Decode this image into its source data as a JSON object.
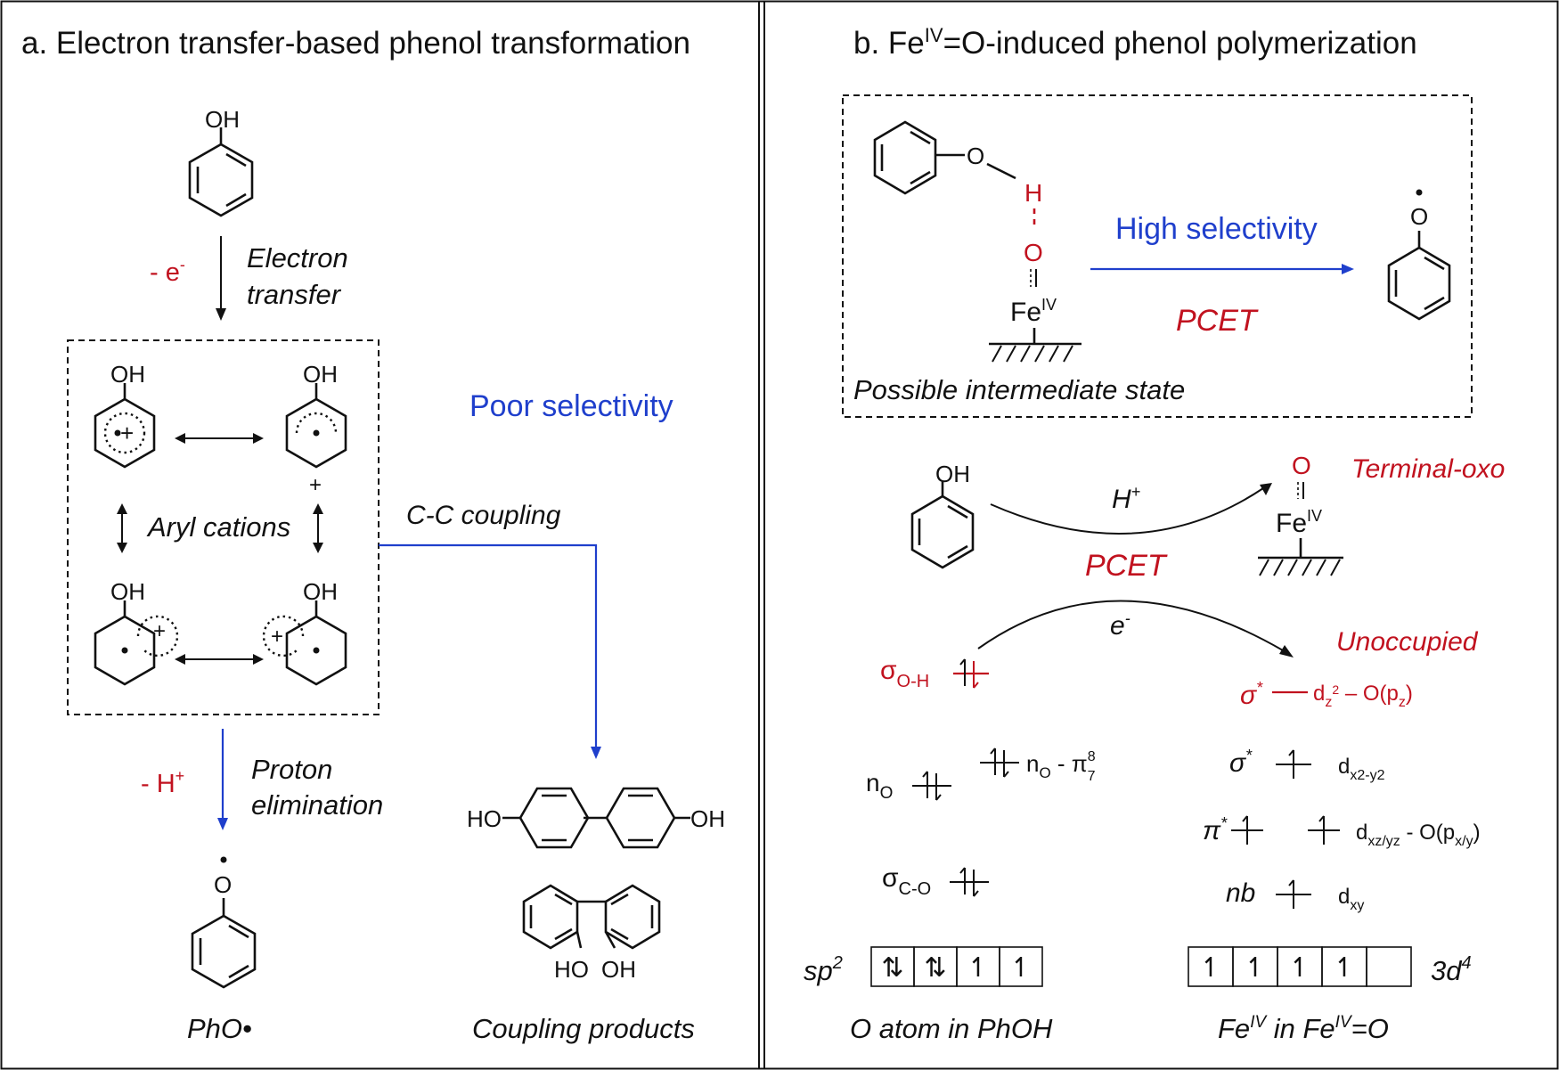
{
  "panel_a": {
    "title": "a. Electron transfer-based phenol transformation",
    "oh": "OH",
    "minus_e": "- e",
    "minus_e_sup": "-",
    "electron_transfer_1": "Electron",
    "electron_transfer_2": "transfer",
    "aryl_cations": "Aryl cations",
    "poor_selectivity": "Poor selectivity",
    "cc_coupling": "C-C coupling",
    "minus_h": "- H",
    "minus_h_sup": "+",
    "proton_elim_1": "Proton",
    "proton_elim_2": "elimination",
    "ho": "HO",
    "o_label": "O",
    "pho": "PhO•",
    "coupling_products": "Coupling products"
  },
  "panel_b": {
    "title_pre": "b. Fe",
    "title_sup": "IV",
    "title_post": "=O-induced phenol polymerization",
    "h": "H",
    "o": "O",
    "fe": "Fe",
    "iv": "IV",
    "high_selectivity": "High selectivity",
    "pcet": "PCET",
    "possible_state": "Possible intermediate state",
    "oh": "OH",
    "h_plus": "H",
    "plus": "+",
    "terminal_oxo": "Terminal-oxo",
    "e_minus": "e",
    "minus": "-",
    "unoccupied": "Unoccupied",
    "sigma_oh_sym": "σ",
    "sigma_oh_sub": "O-H",
    "sigma_star_sym": "σ",
    "star": "*",
    "dz2_d": "d",
    "dz2_sub": "z",
    "dz2_sup": "2",
    "dz2_tail": " – O(p",
    "dz2_pz": "z",
    "close_paren": ")",
    "n_o": "n",
    "n_o_sub": "O",
    "n_pi_n": "n",
    "n_pi_sub": "O",
    "n_pi_mid": " - π",
    "pi_sup": "8",
    "pi_sub": "7",
    "sigma_co_sym": "σ",
    "sigma_co_sub": "C-O",
    "dx2y2_d": "d",
    "dx2y2_sub": "x2-y2",
    "pi_star": "π",
    "dxz_d": "d",
    "dxz_sub": "xz/yz",
    "dxz_tail": " - O(p",
    "dxz_sub2": "x/y",
    "nb": "nb",
    "dxy_d": "d",
    "dxy_sub": "xy",
    "sp2": "sp",
    "sp2_sup": "2",
    "sp2_boxes": [
      "⇅",
      "⇅",
      "↿",
      "↿"
    ],
    "d4_boxes": [
      "↿",
      "↿",
      "↿",
      "↿",
      ""
    ],
    "d4": "3d",
    "d4_sup": "4",
    "o_atom_label": "O atom in PhOH",
    "fe_label_pre": "Fe",
    "fe_label_mid": " in Fe",
    "fe_label_post": "=O"
  }
}
